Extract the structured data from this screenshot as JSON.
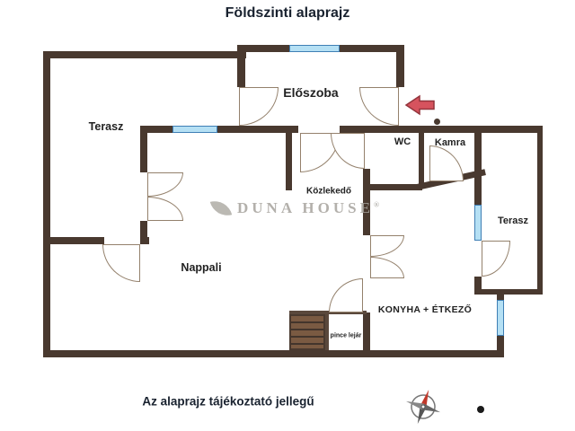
{
  "title": "Földszinti alaprajz",
  "footer_note": "Az alaprajz tájékoztató jellegű",
  "watermark": {
    "text": "DUNA HOUSE",
    "registered": "®",
    "icon": "leaf-icon"
  },
  "rooms": [
    {
      "label": "Előszoba"
    },
    {
      "label": "Terasz"
    },
    {
      "label": "WC"
    },
    {
      "label": "Kamra"
    },
    {
      "label": "Közlekedő"
    },
    {
      "label": "Terasz"
    },
    {
      "label": "Nappali"
    },
    {
      "label": "KONYHA + ÉTKEZŐ"
    },
    {
      "label": "pince lejár"
    }
  ],
  "icons": {
    "entrance_arrow": "red-left-arrow",
    "compass": "compass-rose",
    "map_dot": "black-dot"
  },
  "colors": {
    "wall": "#49392f",
    "window_fill": "#b5e0f4",
    "window_border": "#3f7fb5",
    "arrow_red": "#d6535e",
    "text_dark": "#19222f",
    "watermark_gray": "#a6a39d"
  }
}
